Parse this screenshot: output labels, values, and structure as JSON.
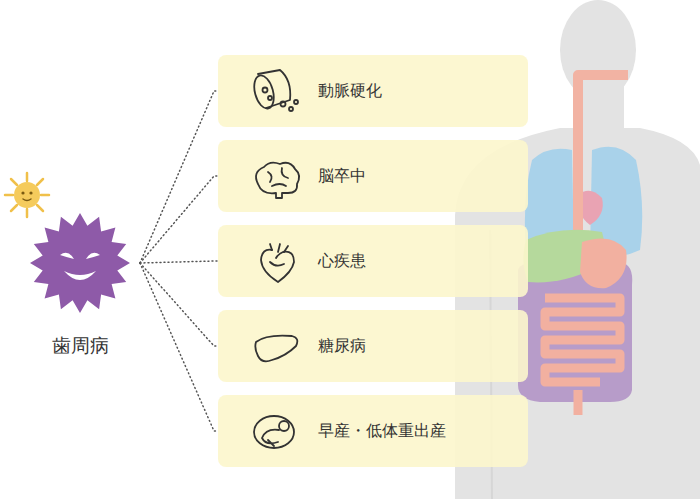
{
  "diagram": {
    "nodes": [
      {
        "text": [
          "歯周病"
        ]
      },
      {
        "text": [
          "動脈硬化"
        ]
      },
      {
        "text": [
          "脳卒中"
        ]
      },
      {
        "text": [
          "心疾患"
        ]
      },
      {
        "text": [
          "糖尿病"
        ]
      },
      {
        "text": [
          "早産・低体重出産"
        ]
      }
    ],
    "edges": [
      {
        "from": 0,
        "to": 1,
        "arrow": "none"
      },
      {
        "from": 0,
        "to": 2,
        "arrow": "none"
      },
      {
        "from": 0,
        "to": 3,
        "arrow": "none"
      },
      {
        "from": 0,
        "to": 4,
        "arrow": "none"
      },
      {
        "from": 0,
        "to": 5,
        "arrow": "none"
      }
    ]
  }
}
